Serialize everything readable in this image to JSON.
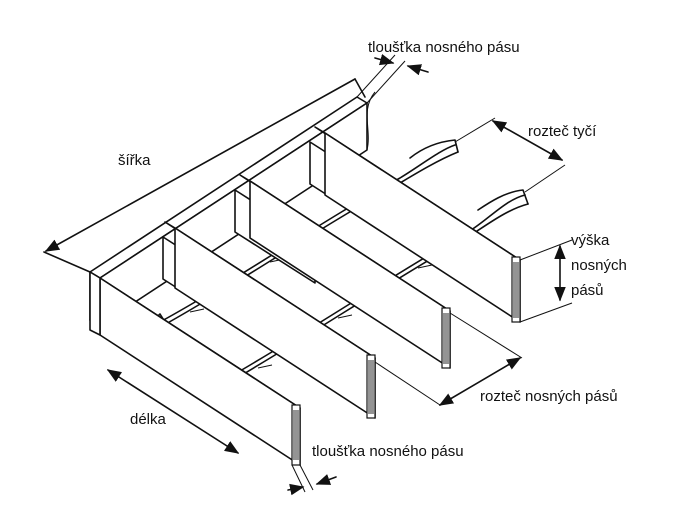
{
  "labels": {
    "sirka": "šířka",
    "delka": "délka",
    "tloustka_top": "tloušťka nosného pásu",
    "tloustka_bottom": "tloušťka nosného pásu",
    "roztec_tyci": "rozteč tyčí",
    "vyska_line1": "výška",
    "vyska_line2": "nosných",
    "vyska_line3": "pásů",
    "roztec_pasu": "rozteč nosných pásů"
  }
}
